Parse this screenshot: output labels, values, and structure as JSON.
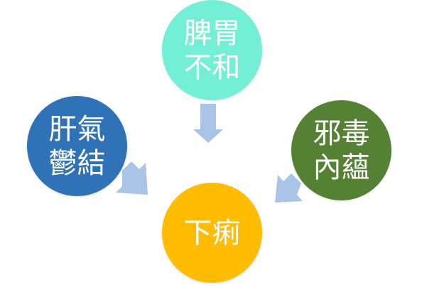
{
  "colors": {
    "top": "#73efd6",
    "left": "#2f72b7",
    "right": "#558134",
    "center": "#ffbc00",
    "arrow": "#a9c4e6"
  },
  "nodes": {
    "top": {
      "label": "脾胃\n不和"
    },
    "left": {
      "label": "肝氣\n鬱結"
    },
    "right": {
      "label": "邪毒\n內蘊"
    },
    "center": {
      "label": "下痢"
    }
  }
}
